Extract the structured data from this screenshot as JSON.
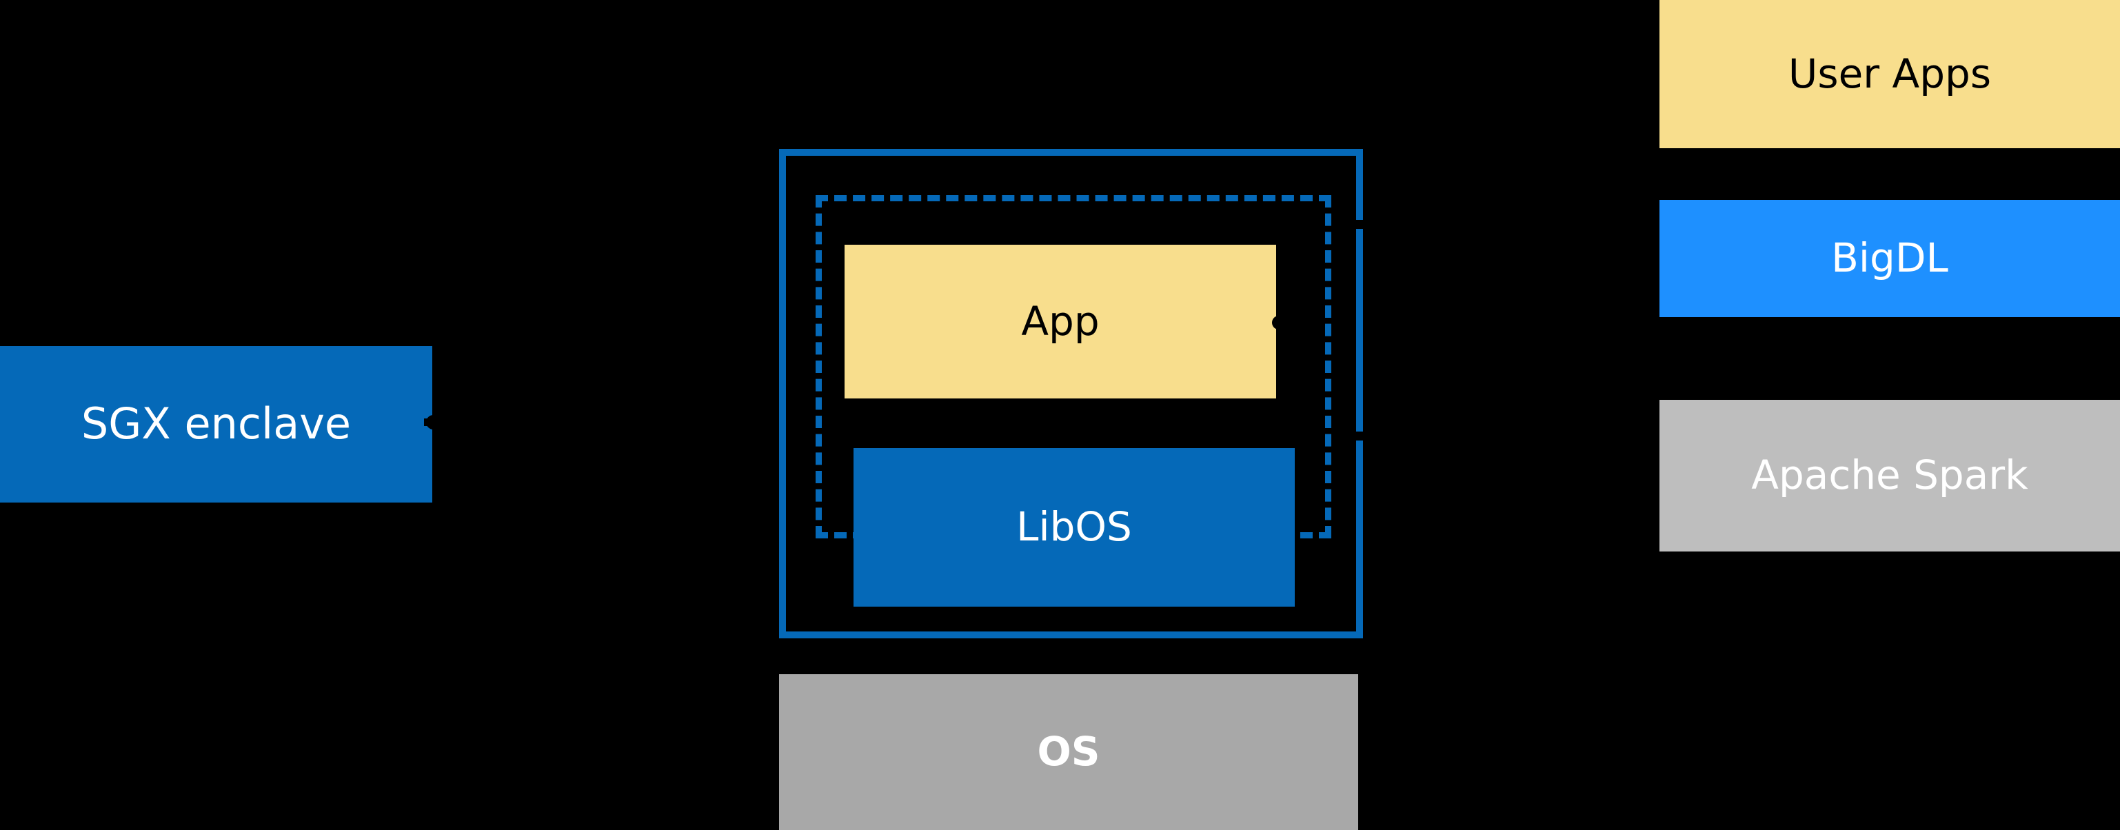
{
  "diagram": {
    "background_color": "#000000",
    "palette": {
      "yellow": "#F8DE8D",
      "dark_blue": "#0569B8",
      "bright_blue": "#1E90FF",
      "gray": "#A8A8A8",
      "light_gray": "#BEBEBE",
      "white": "#FFFFFF",
      "black": "#000000"
    },
    "left": {
      "sgx_enclave_label": "SGX enclave"
    },
    "center": {
      "app_label": "App",
      "libos_label": "LibOS",
      "os_label": "OS"
    },
    "right_stack": [
      {
        "label": "User Apps"
      },
      {
        "label": "BigDL"
      },
      {
        "label": "Apache Spark"
      }
    ]
  }
}
